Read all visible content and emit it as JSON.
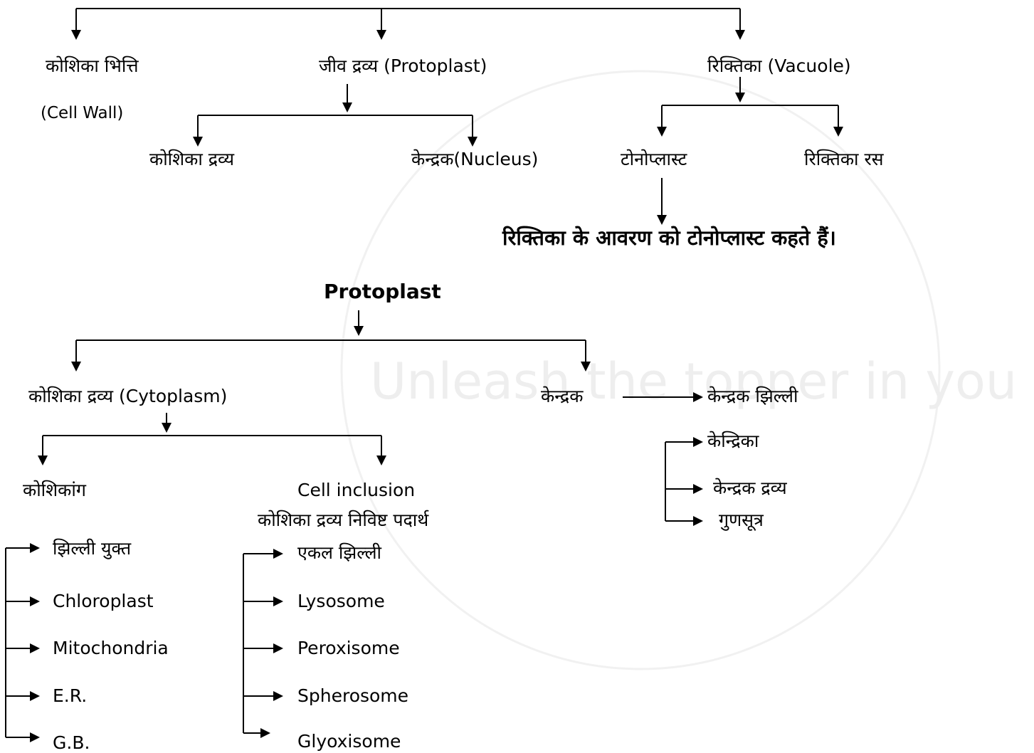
{
  "watermark": "Unleash the topper in you",
  "top_tree": {
    "cell_wall": "कोशिका भित्ति",
    "cell_wall_en": "(Cell Wall)",
    "protoplast": "जीव द्रव्य (Protoplast)",
    "cytoplasm": "कोशिका द्रव्य",
    "nucleus": "केन्द्रक(Nucleus)",
    "vacuole": "रिक्तिका (Vacuole)",
    "tonoplast": "टोनोप्लास्ट",
    "cell_sap": "रिक्तिका रस",
    "statement": "रिक्तिका के आवरण को टोनोप्लास्ट कहते हैं।"
  },
  "protoplast_tree": {
    "title": "Protoplast",
    "cytoplasm": "कोशिका द्रव्य (Cytoplasm)",
    "nucleus": "केन्द्रक",
    "nucleus_parts": [
      "केन्द्रक झिल्ली",
      "केन्द्रिका",
      "केन्द्रक द्रव्य",
      "गुणसूत्र"
    ],
    "organelles": "कोशिकांग",
    "organelle_items": [
      "झिल्ली युक्त",
      "Chloroplast",
      "Mitochondria",
      "E.R.",
      "G.B."
    ],
    "inclusion": "Cell inclusion",
    "inclusion_hi": "कोशिका द्रव्य निविष्ट पदार्थ",
    "inclusion_items": [
      "एकल झिल्ली",
      "Lysosome",
      "Peroxisome",
      "Spherosome",
      "Glyoxisome"
    ]
  }
}
